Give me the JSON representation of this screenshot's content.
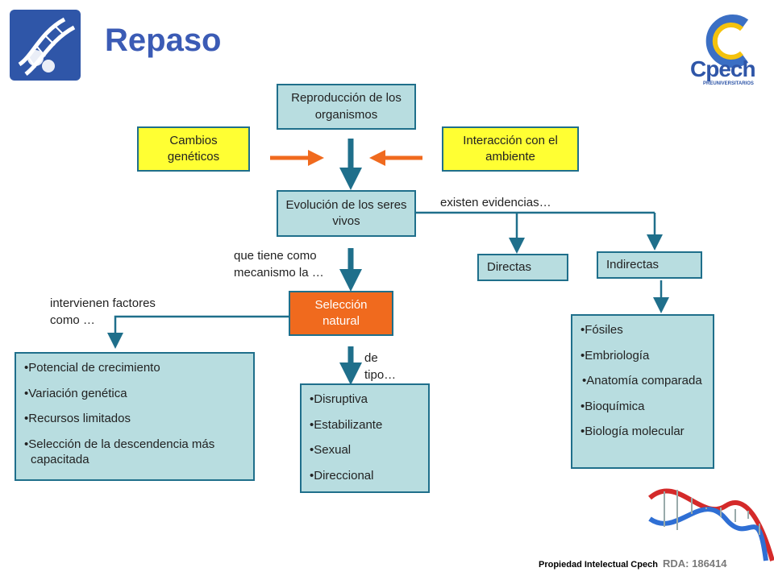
{
  "header": {
    "title": "Repaso",
    "brand": "Cpech",
    "brand_sub": "PREUNIVERSITARIOS"
  },
  "nodes": {
    "reproduccion": "Reproducción de los organismos",
    "cambios": "Cambios genéticos",
    "interaccion": "Interacción con el ambiente",
    "evolucion": "Evolución de los seres vivos",
    "directas": "Directas",
    "indirectas": "Indirectas",
    "seleccion": "Selección natural"
  },
  "labels": {
    "existen": "existen evidencias…",
    "mecanismo": "que tiene como mecanismo la …",
    "factores": "intervienen factores como …",
    "tipo": "de tipo…"
  },
  "lists": {
    "factores": [
      "Potencial de crecimiento",
      "Variación genética",
      "Recursos limitados",
      "Selección de la descendencia más capacitada"
    ],
    "tipos": [
      "Disruptiva",
      "Estabilizante",
      "Sexual",
      "Direccional"
    ],
    "evidencias": [
      "Fósiles",
      "Embriología",
      "Anatomía comparada",
      "Bioquímica",
      "Biología molecular"
    ]
  },
  "footer": {
    "property": "Propiedad Intelectual Cpech",
    "rda": "RDA: 186414"
  },
  "colors": {
    "box_fill": "#b8dde0",
    "box_border": "#1f6f8b",
    "yellow": "#ffff33",
    "orange": "#f06a1e",
    "arrow_teal": "#1f6f8b",
    "title_blue": "#3b5bb5"
  }
}
